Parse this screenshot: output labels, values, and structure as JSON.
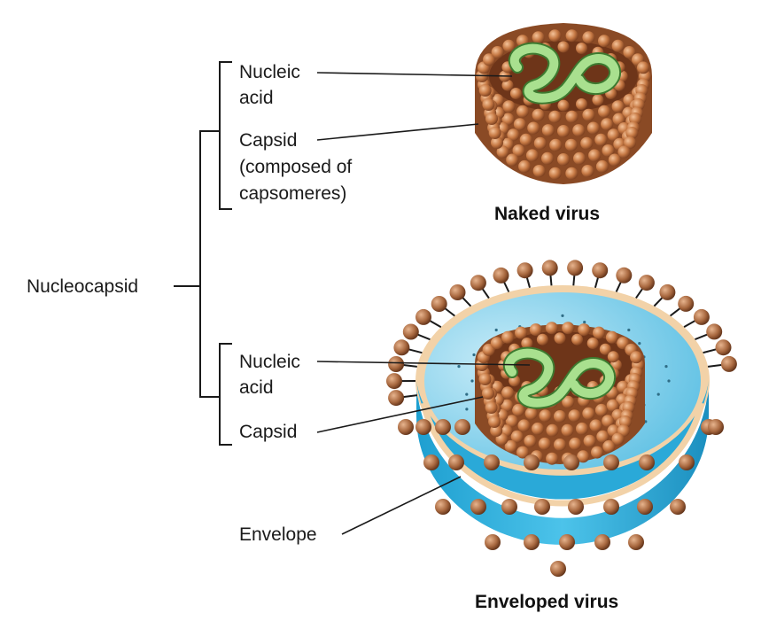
{
  "labels": {
    "nucleocapsid": "Nucleocapsid",
    "naked": {
      "nucleic_acid_line1": "Nucleic",
      "nucleic_acid_line2": "acid",
      "capsid_line1": "Capsid",
      "capsid_line2": "(composed of",
      "capsid_line3": "capsomeres)"
    },
    "enveloped": {
      "nucleic_acid_line1": "Nucleic",
      "nucleic_acid_line2": "acid",
      "capsid": "Capsid",
      "envelope": "Envelope"
    }
  },
  "titles": {
    "naked_virus": "Naked virus",
    "enveloped_virus": "Enveloped virus"
  },
  "colors": {
    "capsomere": "#c77a45",
    "capsid_body": "#7a3e1e",
    "nucleic_acid": "#9fd88a",
    "envelope_outer": "#3fb8e0",
    "envelope_inner": "#9fd8ee",
    "membrane": "#f2d2a8",
    "leader_line": "#1a1a1a"
  }
}
